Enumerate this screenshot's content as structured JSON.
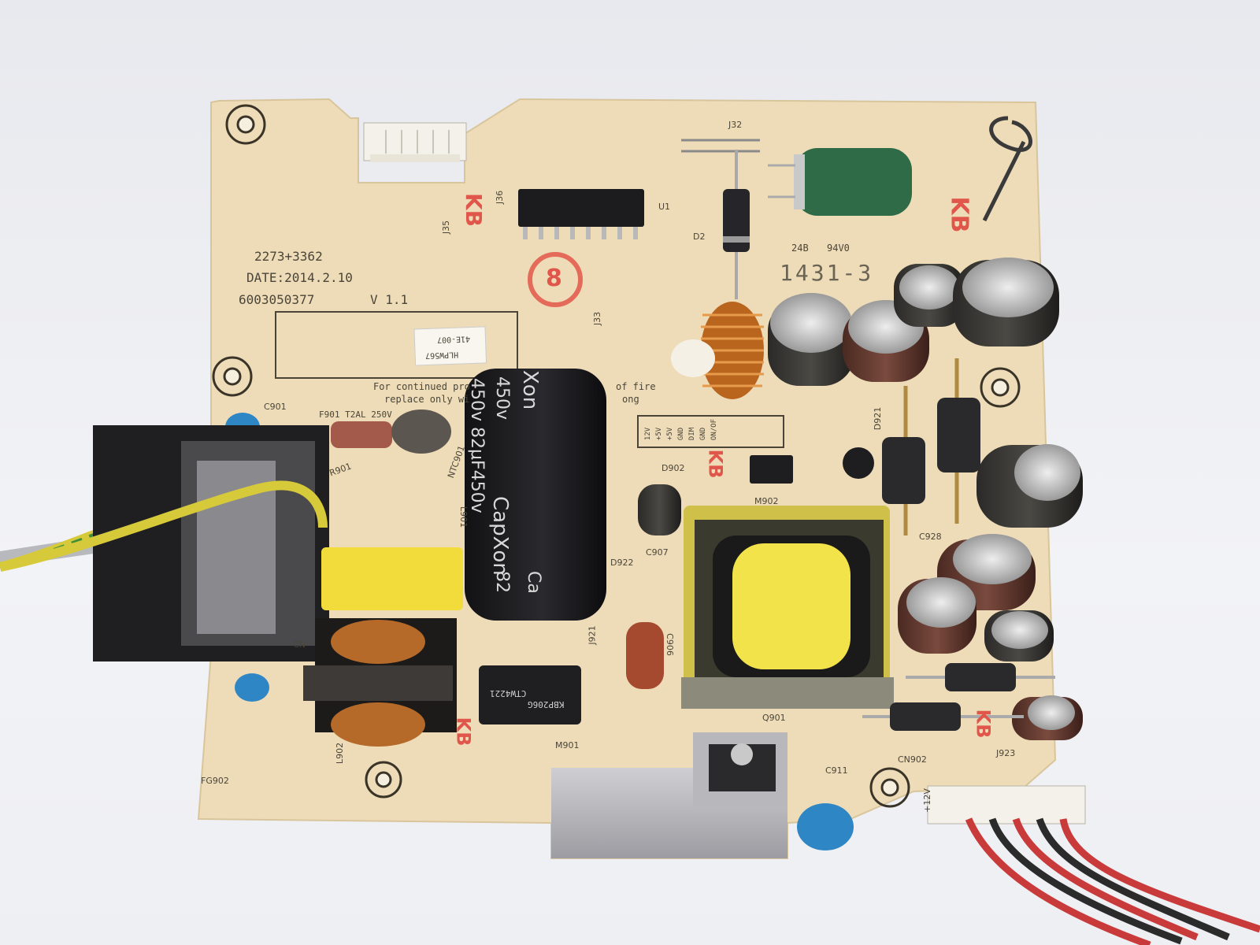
{
  "board": {
    "part_number": "2273+3362",
    "date": "DATE:2014.2.10",
    "serial": "6003050377",
    "version": "V 1.1",
    "label_sticker": [
      "HLPW567",
      "41E-007"
    ],
    "warning_text": [
      "For continued pro",
      "replace only wi",
      "of fire",
      "ong"
    ],
    "date_code": "1431-3",
    "ul_mark": "24B",
    "flammability": "94V0",
    "factory_mark": "KB",
    "round_logo": "8"
  },
  "components": {
    "main_capacitor": {
      "brand": "CapXon",
      "rating": "450v 82μF450v",
      "brand_partial": "Xon",
      "rating_partial": "450v",
      "tail_partial": "82",
      "tail_brand": "Ca"
    },
    "bridge_rectifier": [
      "KBP206G",
      "CTW4221"
    ],
    "ic": "U1",
    "connector_pins": [
      "12V",
      "+5V",
      "+5V",
      "GND",
      "DIM",
      "GND",
      "ON/OF"
    ],
    "fuse": "F901 T2AL 250V"
  },
  "references": {
    "J32": "J32",
    "U1": "U1",
    "D2": "D2",
    "J33": "J33",
    "J35": "J35",
    "J36": "J36",
    "C901": "C901",
    "F901": "F901",
    "NTC901": "NTC901",
    "R901": "R901",
    "L901": "L901",
    "D902": "D902",
    "D921": "D921",
    "C928": "C928",
    "C907": "C907",
    "D922": "D922",
    "J921": "J921",
    "C906": "C906",
    "M901": "M901",
    "Q901": "Q901",
    "C911": "C911",
    "CN902": "CN902",
    "J923": "J923",
    "FG902": "FG902",
    "L902": "L902",
    "CN": "CN",
    "M902": "M902",
    "V12": "+12V"
  },
  "colors": {
    "pcb": "#eedcb8",
    "silkscreen": "#4a4538",
    "kb_mark": "#e0564a",
    "capxon_body": "#1a1a1c",
    "transformer_tape": "#f2e34a",
    "green_cap": "#2f6b46"
  }
}
